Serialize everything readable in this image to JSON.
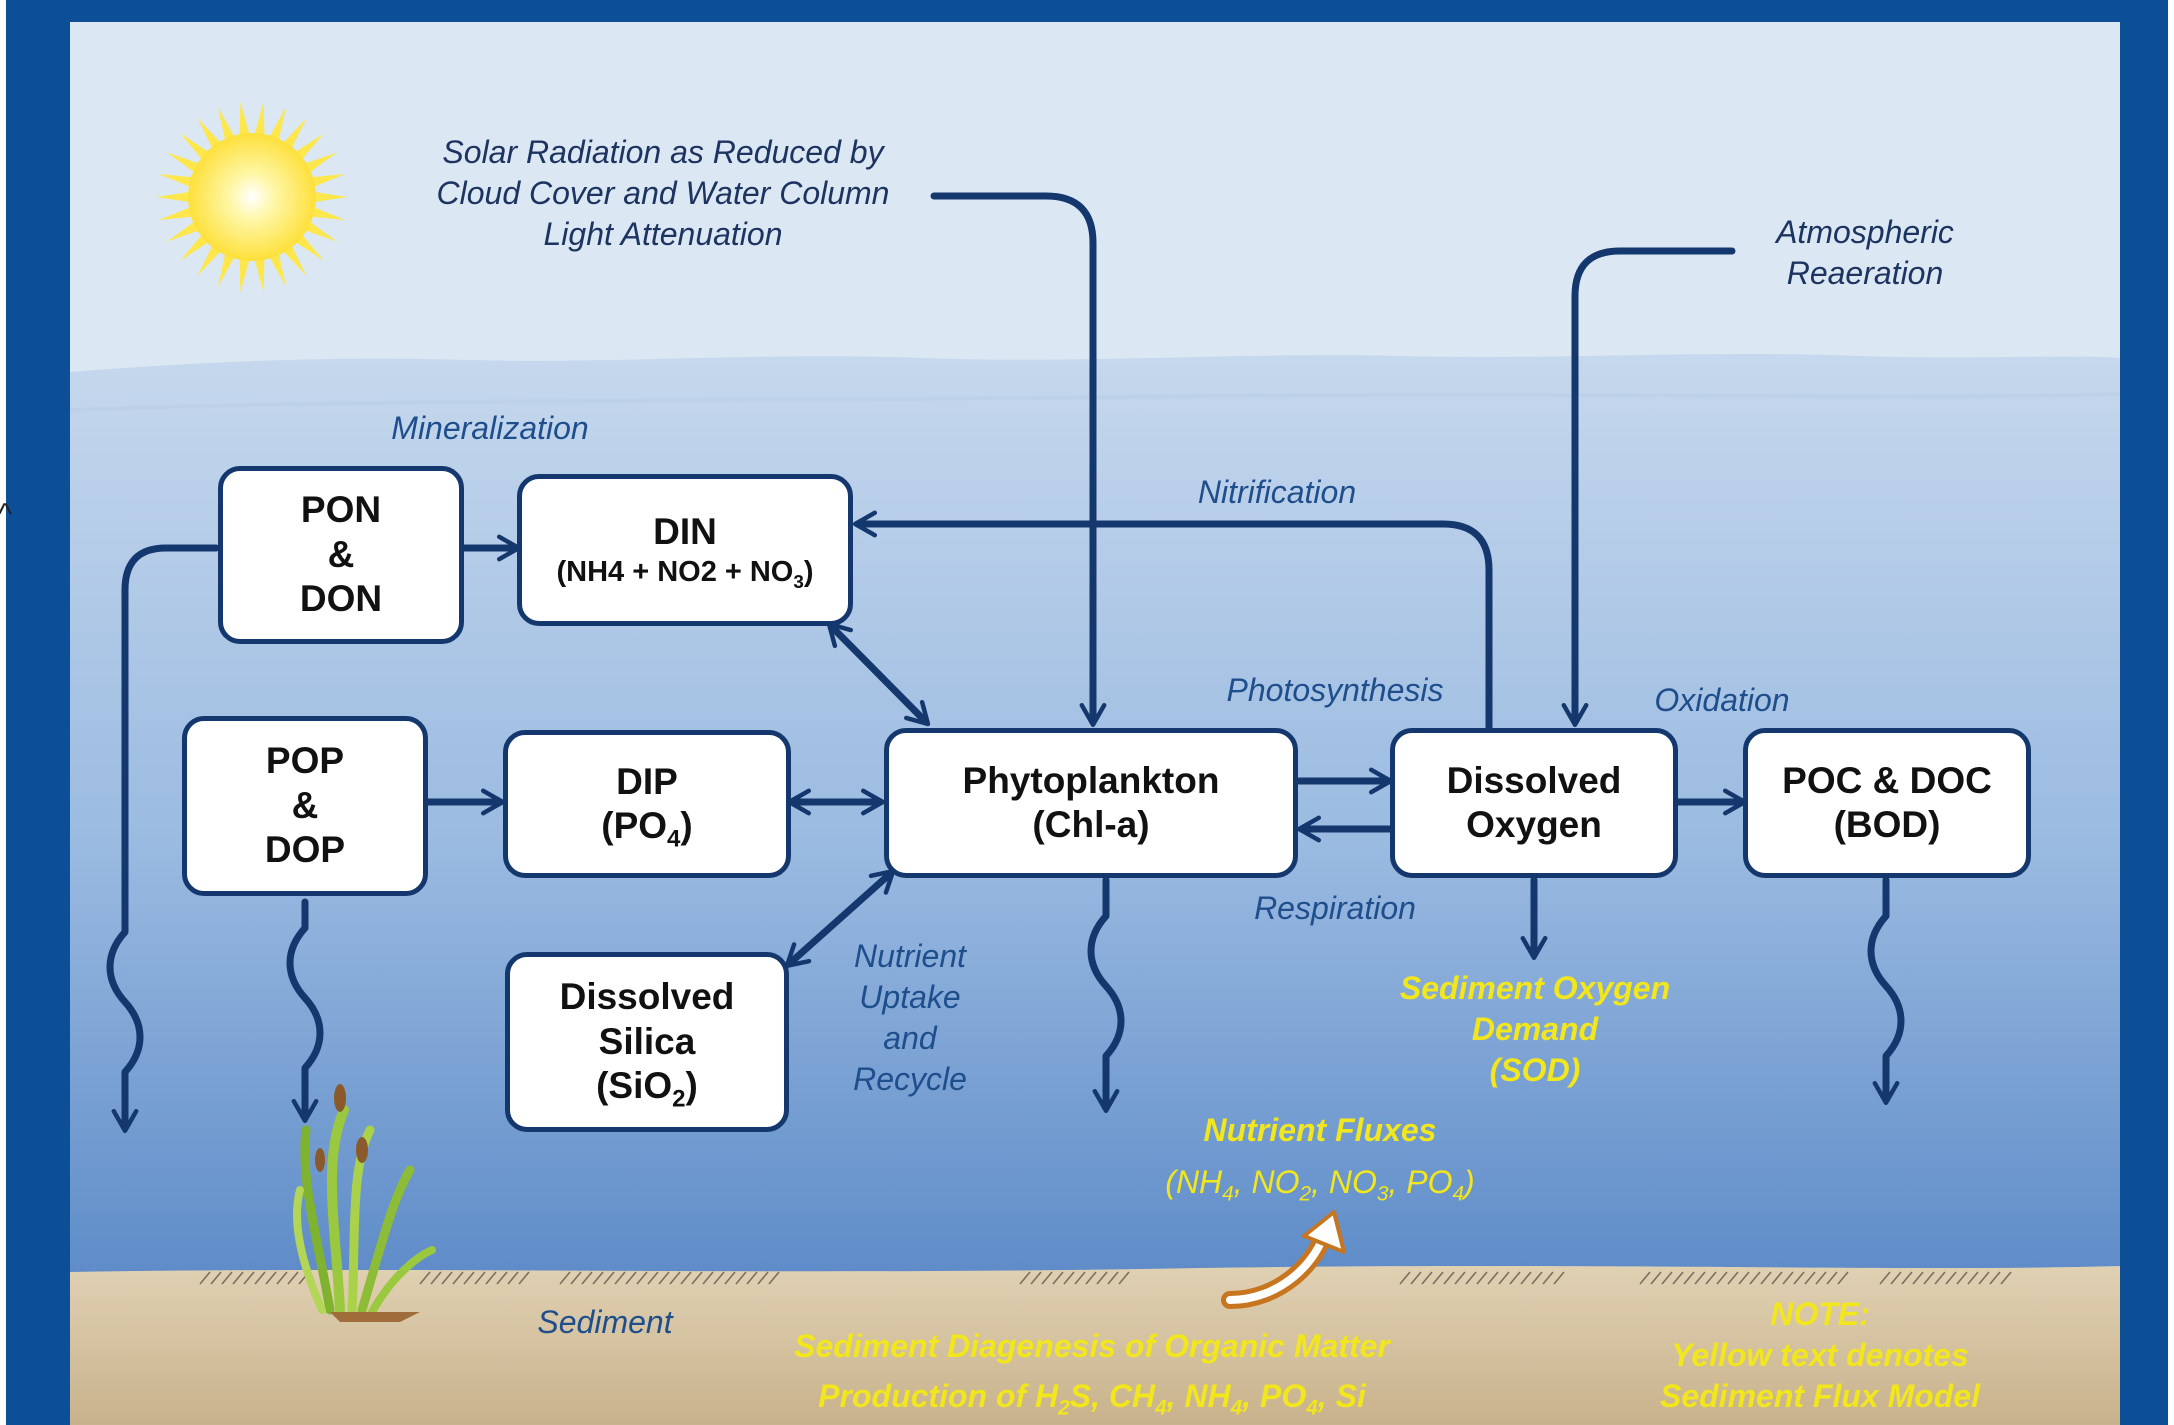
{
  "colors": {
    "frame": "#0d4f96",
    "sky": "#dbe8f3",
    "water_top": "#c3d6ec",
    "water_bottom": "#4f7fc2",
    "sediment": "#d9c7a6",
    "arrow": "#14386e",
    "sun": "#fde74c",
    "yellow_text": "#f2e61c",
    "plant": "#9ac83e",
    "flux_arrow": "#c7751f"
  },
  "icons": {
    "sun": "sun-icon",
    "plant": "seagrass-icon",
    "flux_arrow": "curved-up-arrow-icon"
  },
  "labels": {
    "solar": [
      "Solar Radiation as Reduced by",
      "Cloud Cover and Water Column",
      "Light Attenuation"
    ],
    "atmospheric": [
      "Atmospheric",
      "Reaeration"
    ],
    "mineralization": "Mineralization",
    "nitrification": "Nitrification",
    "photosynthesis": "Photosynthesis",
    "oxidation": "Oxidation",
    "respiration": "Respiration",
    "nutrient_uptake": [
      "Nutrient",
      "Uptake",
      "and",
      "Recycle"
    ],
    "sediment": "Sediment"
  },
  "boxes": {
    "pon": [
      "PON",
      "&",
      "DON"
    ],
    "din": {
      "title": "DIN",
      "formula_main": "(NH4 + NO2 + NO",
      "formula_sub": "3",
      "formula_end": ")"
    },
    "pop": [
      "POP",
      "&",
      "DOP"
    ],
    "dip": {
      "title": "DIP",
      "formula_main": "(PO",
      "formula_sub": "4",
      "formula_end": ")"
    },
    "phyto": [
      "Phytoplankton",
      "(Chl-a)"
    ],
    "do": [
      "Dissolved",
      "Oxygen"
    ],
    "poc": [
      "POC & DOC",
      "(BOD)"
    ],
    "silica": {
      "line1": "Dissolved",
      "line2": "Silica",
      "formula_main": "(SiO",
      "formula_sub": "2",
      "formula_end": ")"
    }
  },
  "yellow": {
    "sod": [
      "Sediment Oxygen",
      "Demand",
      "(SOD)"
    ],
    "nutrient_fluxes": "Nutrient Fluxes",
    "flux_species": {
      "p1": "(NH",
      "s1": "4",
      "p2": ", NO",
      "s2": "2",
      "p3": ", NO",
      "s3": "3",
      "p4": ", PO",
      "s4": "4",
      "p5": ")"
    },
    "diagenesis": "Sediment Diagenesis of Organic Matter",
    "production": {
      "p1": "Production of H",
      "s1": "2",
      "p2": "S, CH",
      "s2": "4",
      "p3": ", NH",
      "s3": "4",
      "p4": ", PO",
      "s4": "4",
      "p5": ", Si"
    },
    "note": [
      "NOTE:",
      "Yellow text denotes",
      "Sediment Flux Model"
    ]
  },
  "edge_mark": "^"
}
